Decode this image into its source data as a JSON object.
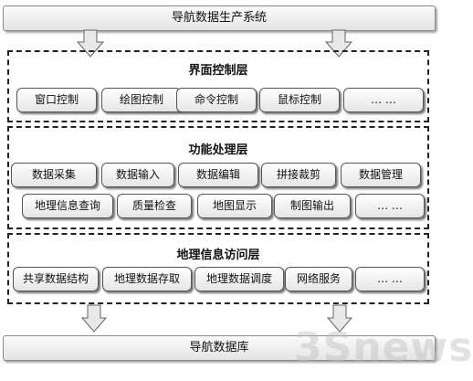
{
  "top_bar": {
    "label": "导航数据生产系统"
  },
  "bottom_bar": {
    "label": "导航数据库"
  },
  "return_mark": "↵",
  "layers": [
    {
      "title": "界面控制层",
      "rows": [
        [
          "窗口控制",
          "绘图控制",
          "命令控制",
          "鼠标控制",
          "… …"
        ]
      ]
    },
    {
      "title": "功能处理层",
      "rows": [
        [
          "数据采集",
          "数据输入",
          "数据编辑",
          "拼接裁剪",
          "数据管理"
        ],
        [
          "地理信息查询",
          "质量检查",
          "地图显示",
          "制图输出",
          "… …"
        ]
      ]
    },
    {
      "title": "地理信息访问层",
      "rows": [
        [
          "共享数据结构",
          "地理数据存取",
          "地理数据调度",
          "网络服务",
          "… …"
        ]
      ]
    }
  ],
  "watermark": "3Snews"
}
